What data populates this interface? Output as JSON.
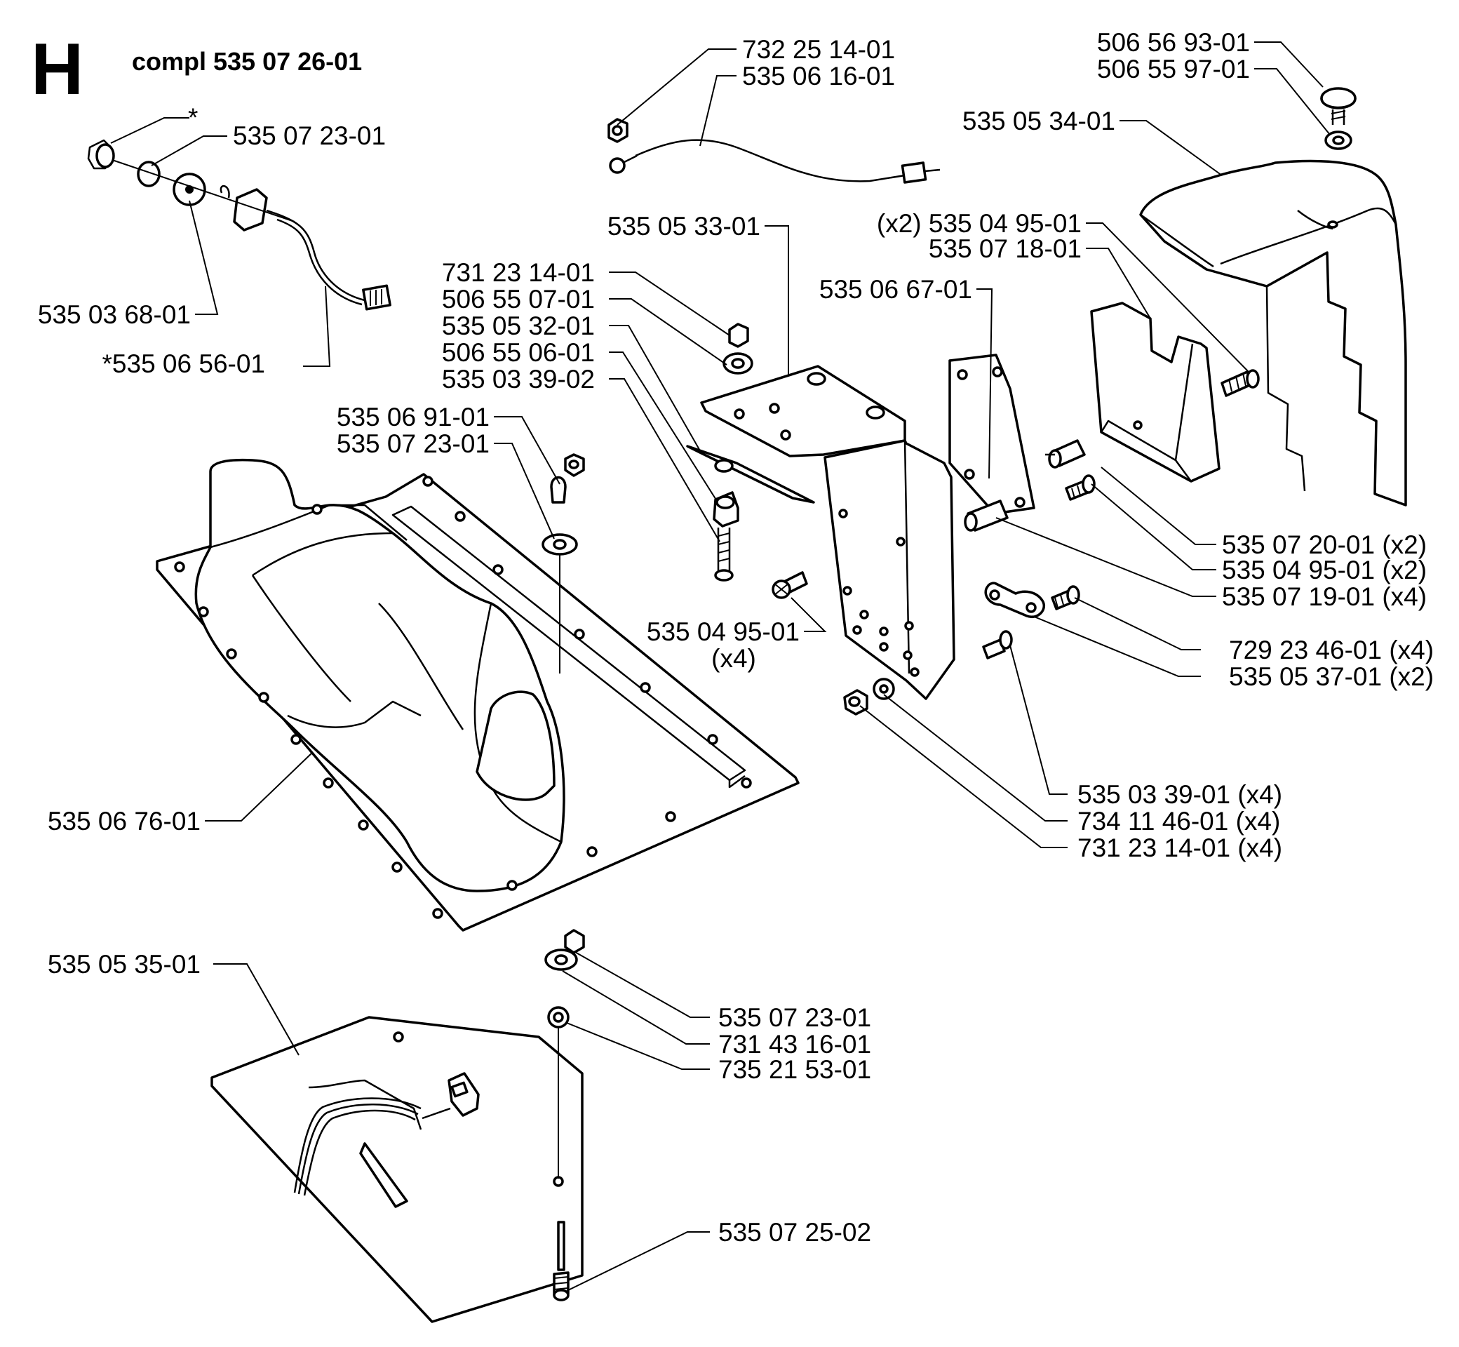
{
  "section_letter": "H",
  "assembly_label": "compl 535 07 26-01",
  "labels": {
    "l01": "732 25 14-01",
    "l02": "535 06 16-01",
    "l03": "506 56 93-01",
    "l04": "506 55 97-01",
    "l05": "535 05 34-01",
    "l06": "*",
    "l07": "535 07 23-01",
    "l08": "535 03 68-01",
    "l09": "*535 06 56-01",
    "l10": "535 05 33-01",
    "l11": "(x2) 535 04 95-01",
    "l12": "535 07 18-01",
    "l13": "535 06 67-01",
    "l14": "731 23 14-01",
    "l15": "506 55 07-01",
    "l16": "535 05 32-01",
    "l17": "506 55 06-01",
    "l18": "535 03 39-02",
    "l19": "535 06 91-01",
    "l20": "535 07 23-01",
    "l21": "535 07 20-01 (x2)",
    "l22": "535 04 95-01 (x2)",
    "l23": "535 07 19-01 (x4)",
    "l24": "535 04 95-01",
    "l25": "(x4)",
    "l26": "729 23 46-01 (x4)",
    "l27": "535 05 37-01 (x2)",
    "l28": "535 03 39-01 (x4)",
    "l29": "734 11 46-01 (x4)",
    "l30": "731 23 14-01 (x4)",
    "l31": "535 06 76-01",
    "l32": "535 05 35-01",
    "l33": "535 07 23-01",
    "l34": "731 43 16-01",
    "l35": "735 21 53-01",
    "l36": "535 07 25-02"
  }
}
